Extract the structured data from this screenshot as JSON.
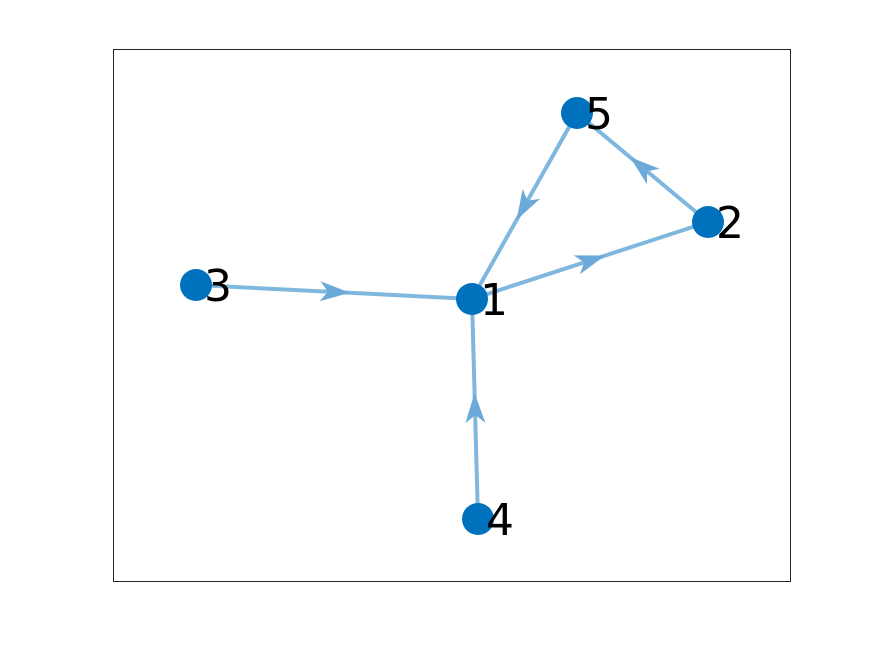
{
  "graph": {
    "type": "directed",
    "nodes": [
      {
        "id": "1",
        "label": "1"
      },
      {
        "id": "2",
        "label": "2"
      },
      {
        "id": "3",
        "label": "3"
      },
      {
        "id": "4",
        "label": "4"
      },
      {
        "id": "5",
        "label": "5"
      }
    ],
    "edges": [
      {
        "from": "3",
        "to": "1"
      },
      {
        "from": "1",
        "to": "2"
      },
      {
        "from": "2",
        "to": "5"
      },
      {
        "from": "5",
        "to": "1"
      },
      {
        "from": "4",
        "to": "1"
      }
    ]
  },
  "colors": {
    "node": "#0072BD",
    "edge": "#7FB7DE",
    "arrow": "#6AA9D8",
    "label": "#000000",
    "axes": "#262626",
    "background": "#ffffff"
  }
}
